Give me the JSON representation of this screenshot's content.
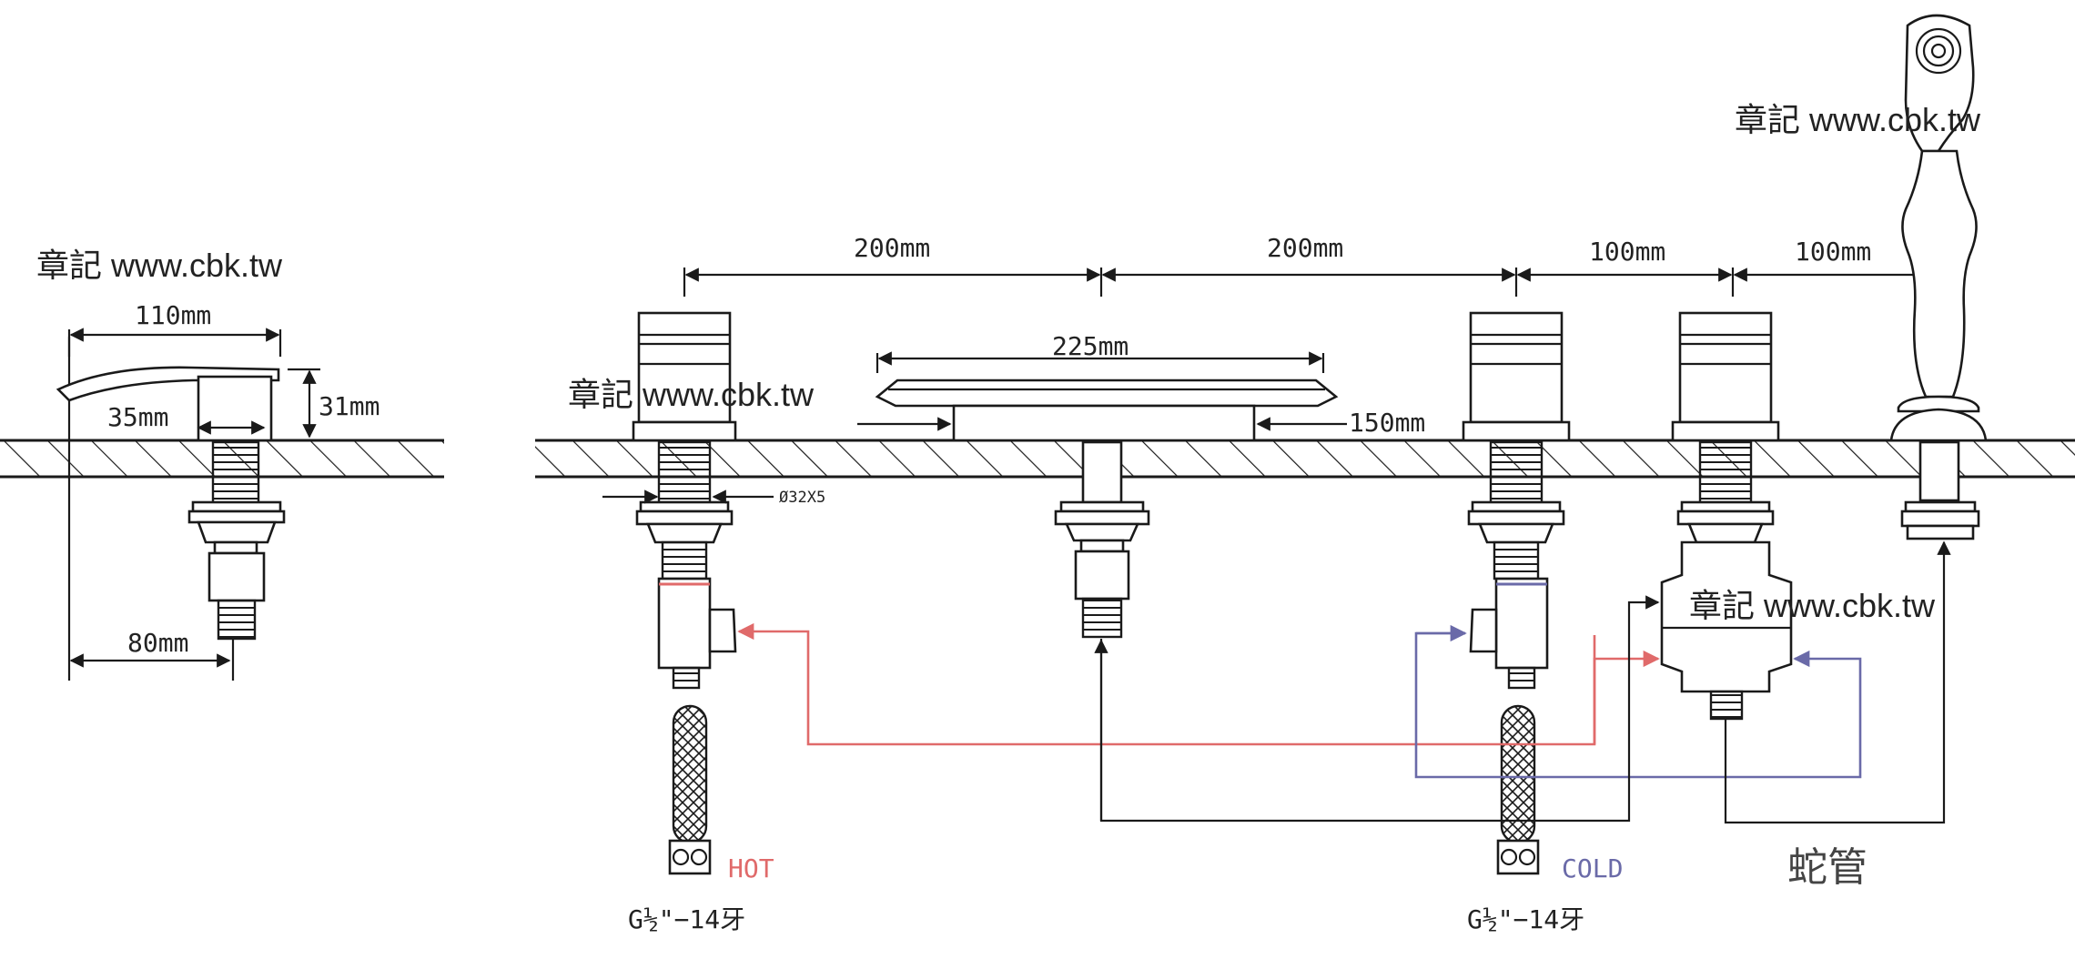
{
  "watermarks": [
    "章記 www.cbk.tw",
    "章記 www.cbk.tw",
    "章記 www.cbk.tw",
    "章記 www.cbk.tw"
  ],
  "side_view": {
    "width_label": "110mm",
    "spout_label": "35mm",
    "height_label": "31mm",
    "shank_label": "80mm"
  },
  "front_view": {
    "spacings": [
      "200mm",
      "200mm",
      "100mm",
      "100mm"
    ],
    "spout_width_label": "225mm",
    "spout_depth_label": "150mm",
    "hole_label": "Ø32X5"
  },
  "connections": {
    "hot_label": "HOT",
    "cold_label": "COLD",
    "thread_left": "G½\"−14牙",
    "thread_right": "G½\"−14牙",
    "hose_label": "蛇管"
  },
  "colors": {
    "hot": "#e06a6a",
    "cold": "#6a6aa8",
    "ink": "#1a1a1a"
  }
}
